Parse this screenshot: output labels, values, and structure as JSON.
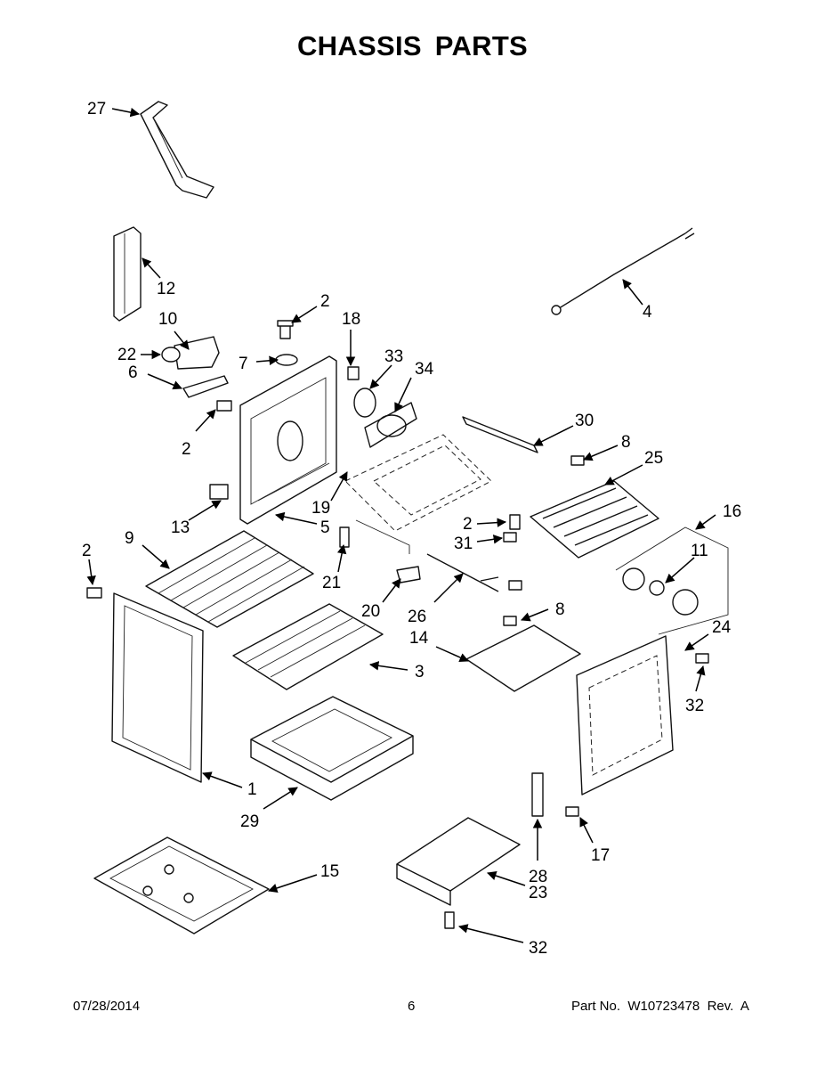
{
  "title": "CHASSIS PARTS",
  "footer": {
    "date": "07/28/2014",
    "page": "6",
    "part_number": "Part No.  W10723478  Rev.  A"
  },
  "callouts": {
    "c27": "27",
    "c12": "12",
    "c10": "10",
    "c22": "22",
    "c6": "6",
    "c2_a": "2",
    "c18": "18",
    "c7": "7",
    "c33": "33",
    "c34": "34",
    "c2_b": "2",
    "c4": "4",
    "c30": "30",
    "c8_a": "8",
    "c25": "25",
    "c16": "16",
    "c13": "13",
    "c19": "19",
    "c5": "5",
    "c2_c": "2",
    "c31": "31",
    "c11": "11",
    "c9": "9",
    "c2_d": "2",
    "c21": "21",
    "c20": "20",
    "c26": "26",
    "c8_b": "8",
    "c14": "14",
    "c3": "3",
    "c24": "24",
    "c32_a": "32",
    "c1": "1",
    "c29": "29",
    "c17": "17",
    "c15": "15",
    "c28": "28",
    "c23": "23",
    "c32_b": "32"
  }
}
